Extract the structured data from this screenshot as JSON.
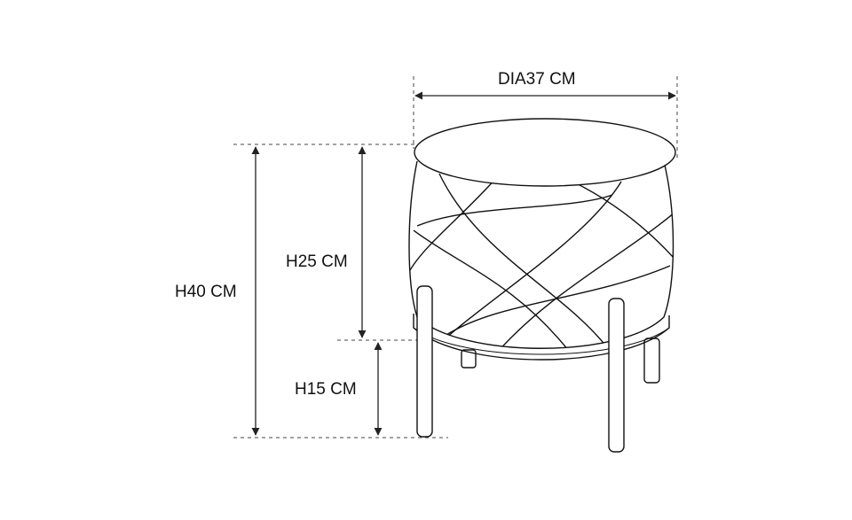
{
  "labels": {
    "diameter": "DIA37 CM",
    "total_height": "H40 CM",
    "seat_height": "H25 CM",
    "leg_height": "H15 CM"
  },
  "colors": {
    "line": "#111111",
    "dim": "#222222",
    "background": "#ffffff"
  }
}
